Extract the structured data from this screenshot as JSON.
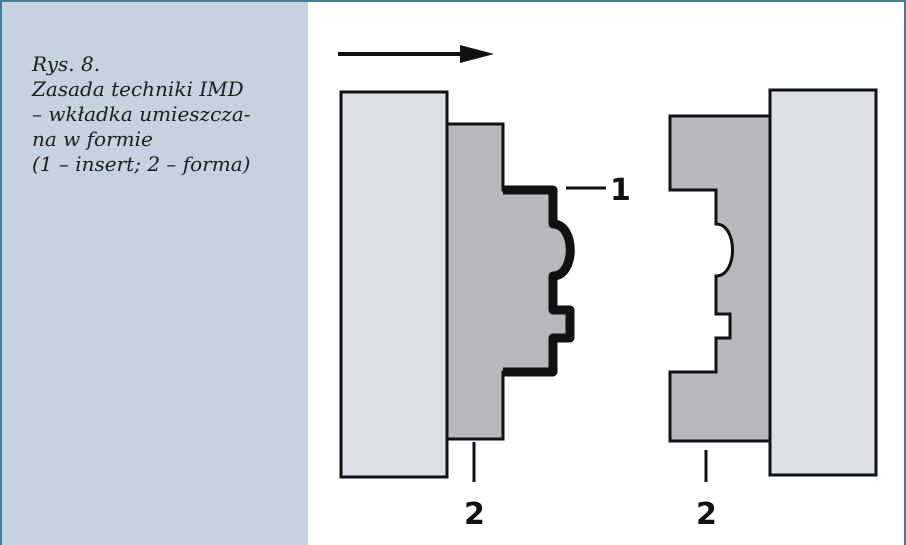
{
  "caption": {
    "lines": [
      "Rys. 8.",
      "Zasada techniki IMD",
      "– wkładka umieszcza-",
      "na w formie",
      "(1 – insert; 2 – forma)"
    ]
  },
  "diagram": {
    "labels": {
      "insert": "1",
      "left_mold": "2",
      "right_mold": "2"
    }
  },
  "colors": {
    "frame_border": "#3f7f9a",
    "caption_panel": "#c6d2e0",
    "mold_light": "#dde0e5",
    "mold_dark": "#b7b9bd",
    "outline": "#111111"
  }
}
